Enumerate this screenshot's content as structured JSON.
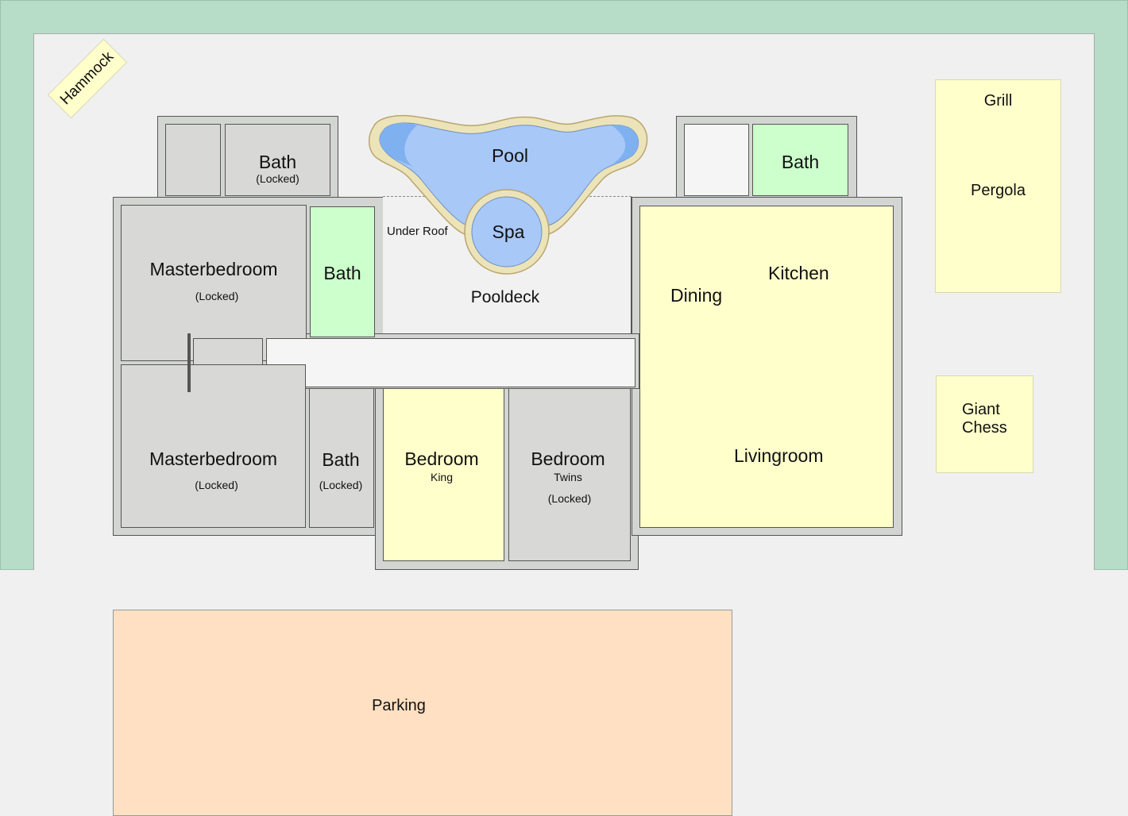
{
  "labels": {
    "hammock": "Hammock",
    "bath_top_left": "Bath",
    "bath_top_left_status": "(Locked)",
    "pool": "Pool",
    "spa": "Spa",
    "under_roof": "Under Roof",
    "pooldeck": "Pooldeck",
    "bath_top_right": "Bath",
    "grill": "Grill",
    "pergola": "Pergola",
    "master1": "Masterbedroom",
    "master1_status": "(Locked)",
    "bath_green_left": "Bath",
    "dining": "Dining",
    "kitchen": "Kitchen",
    "livingroom": "Livingroom",
    "giant_chess_line1": "Giant",
    "giant_chess_line2": "Chess",
    "master2": "Masterbedroom",
    "master2_status": "(Locked)",
    "bath_lower": "Bath",
    "bath_lower_status": "(Locked)",
    "bedroom_king": "Bedroom",
    "bedroom_king_sub": "King",
    "bedroom_twins": "Bedroom",
    "bedroom_twins_sub": "Twins",
    "bedroom_twins_status": "(Locked)",
    "parking": "Parking"
  },
  "colors": {
    "hedge": "#b7dcc7",
    "ground": "#f0f0f0",
    "wall": "#d3d5d2",
    "locked_room": "#d8d9d6",
    "bath": "#ccffcc",
    "living": "#ffffcc",
    "parking": "#ffe0c2",
    "pool_water": "#a8c8f8",
    "pool_edge": "#ece4b8"
  }
}
